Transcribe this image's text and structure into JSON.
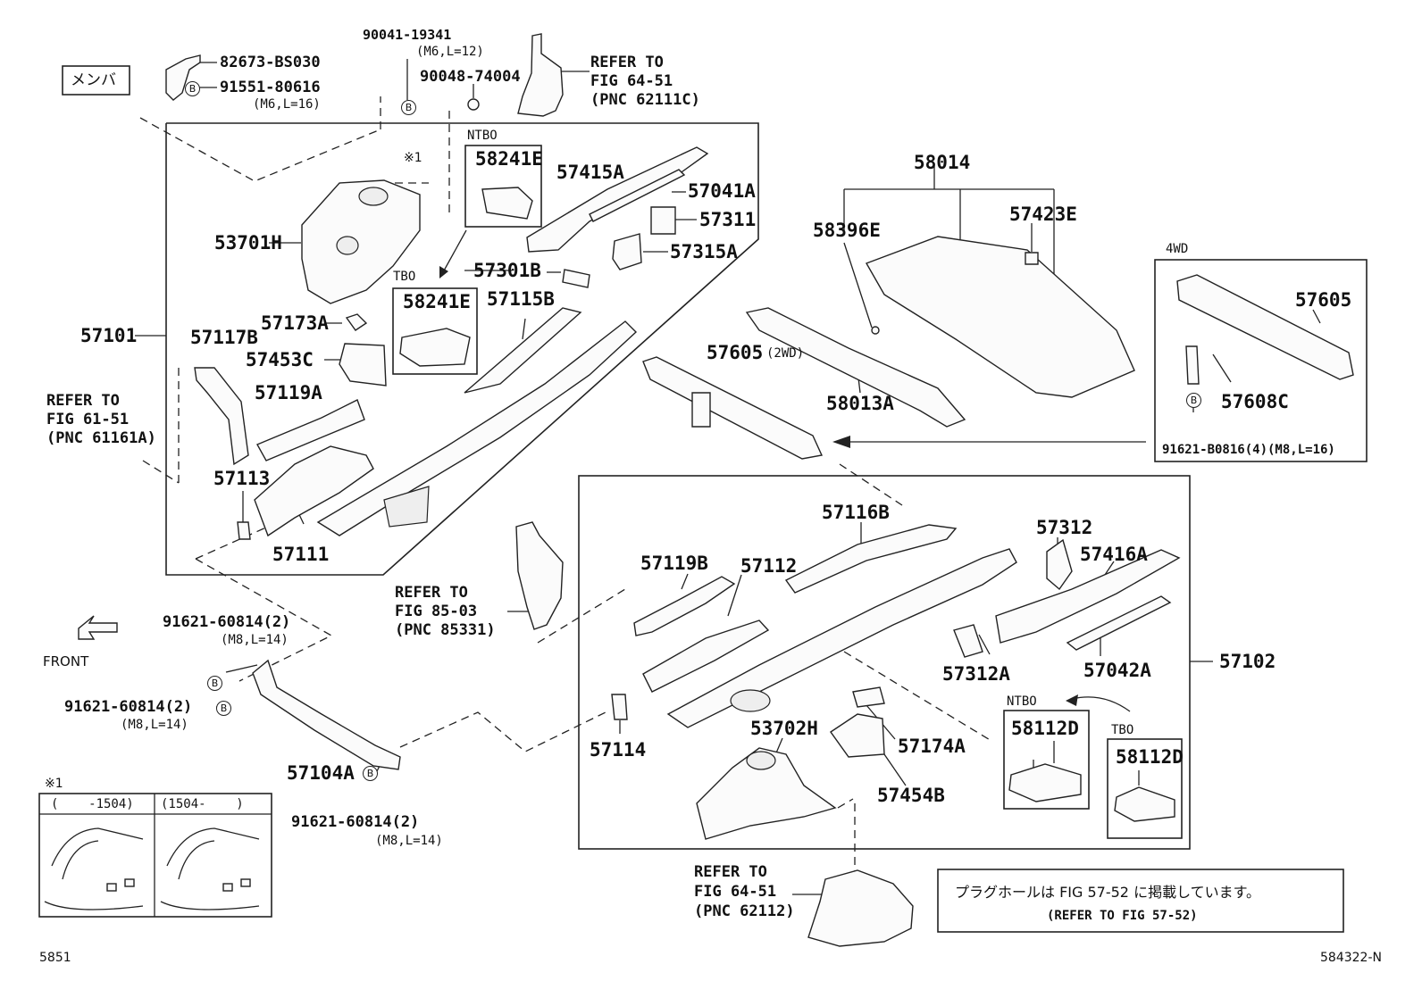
{
  "header": {
    "menu_tag": "メンバ"
  },
  "labels": {
    "p82673": "82673-BS030",
    "p91551": "91551-80616",
    "p91551_spec": "(M6,L=16)",
    "p90041": "90041-19341",
    "p90041_spec": "(M6,L=12)",
    "p90048": "90048-74004",
    "refer_top": [
      "REFER TO",
      "FIG 64-51",
      "(PNC 62111C)"
    ],
    "mark1": "※1",
    "ntbo_a": "NTBO",
    "p58241E_a": "58241E",
    "tbo_a": "TBO",
    "p58241E_b": "58241E",
    "p57415A": "57415A",
    "p57041A": "57041A",
    "p57311": "57311",
    "p57315A": "57315A",
    "p57301B": "57301B",
    "p53701H": "53701H",
    "p57115B": "57115B",
    "p57173A": "57173A",
    "p57453C": "57453C",
    "p57101": "57101",
    "p57117B": "57117B",
    "p57119A": "57119A",
    "refer_left": [
      "REFER TO",
      "FIG 61-51",
      "(PNC 61161A)"
    ],
    "p57113": "57113",
    "p57111": "57111",
    "p58014": "58014",
    "p58396E": "58396E",
    "p57423E": "57423E",
    "p57605_2wd": "57605",
    "p57605_2wd_note": "(2WD)",
    "p58013A": "58013A",
    "tag_4wd": "4WD",
    "p57605_4wd": "57605",
    "p57608C": "57608C",
    "p91621_b0816": "91621-B0816(4)(M8,L=16)",
    "refer_mid": [
      "REFER TO",
      "FIG 85-03",
      "(PNC 85331)"
    ],
    "p57116B": "57116B",
    "p57312": "57312",
    "p57119B": "57119B",
    "p57112": "57112",
    "p57416A": "57416A",
    "p57312A": "57312A",
    "p57042A": "57042A",
    "p57102": "57102",
    "ntbo_b": "NTBO",
    "p58112D_a": "58112D",
    "tbo_b": "TBO",
    "p58112D_b": "58112D",
    "p57114": "57114",
    "p53702H": "53702H",
    "p57174A": "57174A",
    "p57454B": "57454B",
    "p91621_60814_a": "91621-60814(2)",
    "p91621_60814_a_spec": "(M8,L=14)",
    "p91621_60814_b": "91621-60814(2)",
    "p91621_60814_b_spec": "(M8,L=14)",
    "p57104A": "57104A",
    "p91621_60814_c": "91621-60814(2)",
    "p91621_60814_c_spec": "(M8,L=14)",
    "front": "FRONT",
    "refer_bottom": [
      "REFER TO",
      "FIG 64-51",
      "(PNC 62112)"
    ],
    "bolt_b": "B"
  },
  "inset": {
    "mark": "※1",
    "left_header": "(    -1504)",
    "right_header": "(1504-    )"
  },
  "note": {
    "jp": "プラグホールは FIG 57-52 に掲載しています。",
    "en": "(REFER TO FIG 57-52)"
  },
  "footer": {
    "left_code": "5851",
    "right_code": "584322-N"
  }
}
